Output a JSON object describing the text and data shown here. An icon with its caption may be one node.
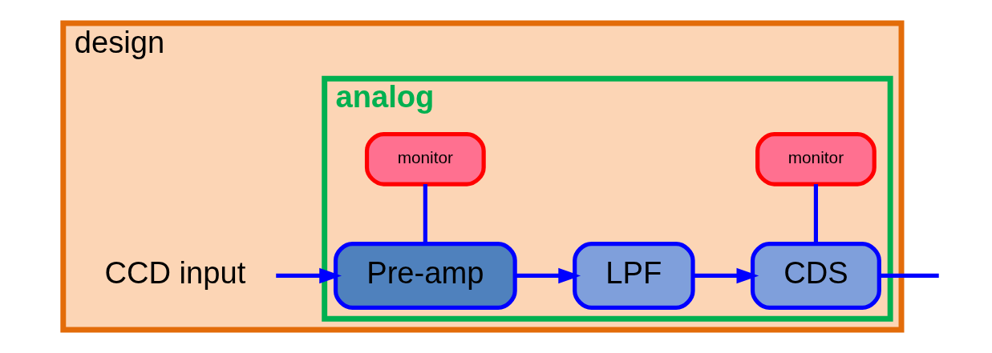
{
  "diagram": {
    "nodes": [
      {
        "text": [
          "design"
        ]
      },
      {
        "text": [
          "analog"
        ],
        "in": 0
      },
      {
        "text": [
          "CCD input"
        ],
        "in": 0
      },
      {
        "text": [
          "Pre-amp"
        ],
        "in": 1
      },
      {
        "text": [
          "LPF"
        ],
        "in": 1
      },
      {
        "text": [
          "CDS"
        ],
        "in": 1
      },
      {
        "text": [
          "monitor"
        ],
        "in": 1
      },
      {
        "text": [
          "monitor"
        ],
        "in": 1
      }
    ],
    "edges": [
      {
        "from": 2,
        "to": 3,
        "arrow": "to"
      },
      {
        "from": 3,
        "to": 4,
        "arrow": "to"
      },
      {
        "from": 4,
        "to": 5,
        "arrow": "to"
      },
      {
        "from": 3,
        "to": 6,
        "arrow": "none"
      },
      {
        "from": 5,
        "to": 7,
        "arrow": "none"
      },
      {
        "from": 5,
        "to": null,
        "arrow": "none"
      }
    ]
  }
}
